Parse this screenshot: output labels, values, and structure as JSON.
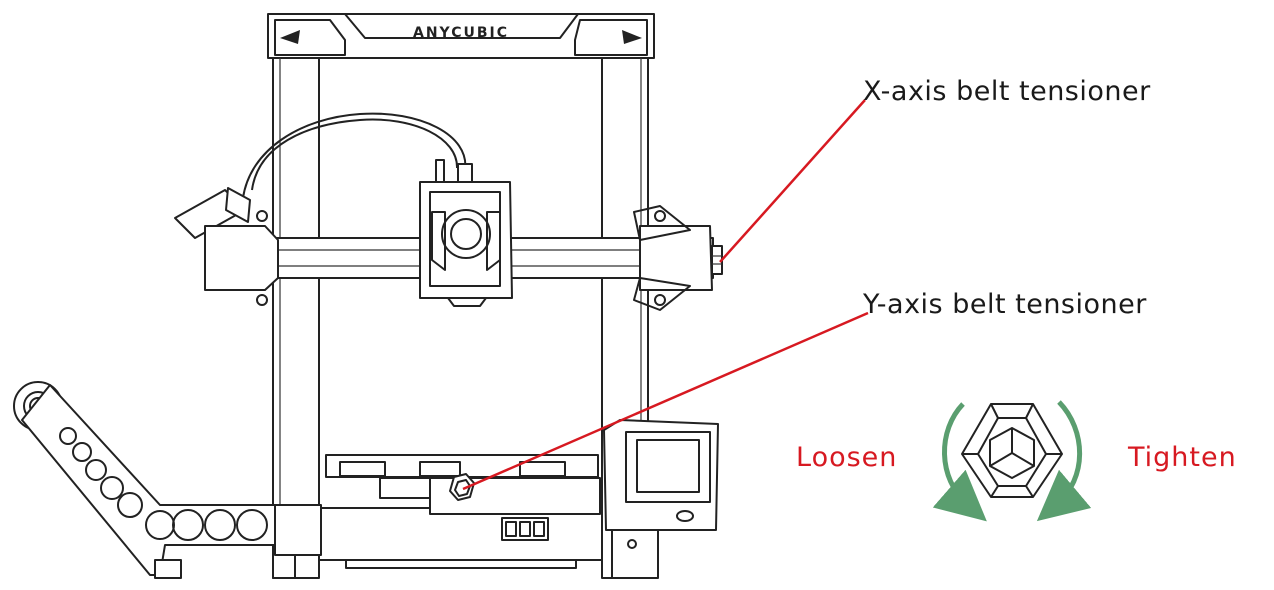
{
  "printer": {
    "brand": "ANYCUBIC"
  },
  "callouts": {
    "x_axis": "X-axis belt tensioner",
    "y_axis": "Y-axis belt tensioner"
  },
  "rotation": {
    "loosen": "Loosen",
    "tighten": "Tighten"
  },
  "colors": {
    "callout_line": "#d71921",
    "label_red": "#d71921",
    "arrow_green": "#5a9e6f",
    "outline": "#222222"
  }
}
